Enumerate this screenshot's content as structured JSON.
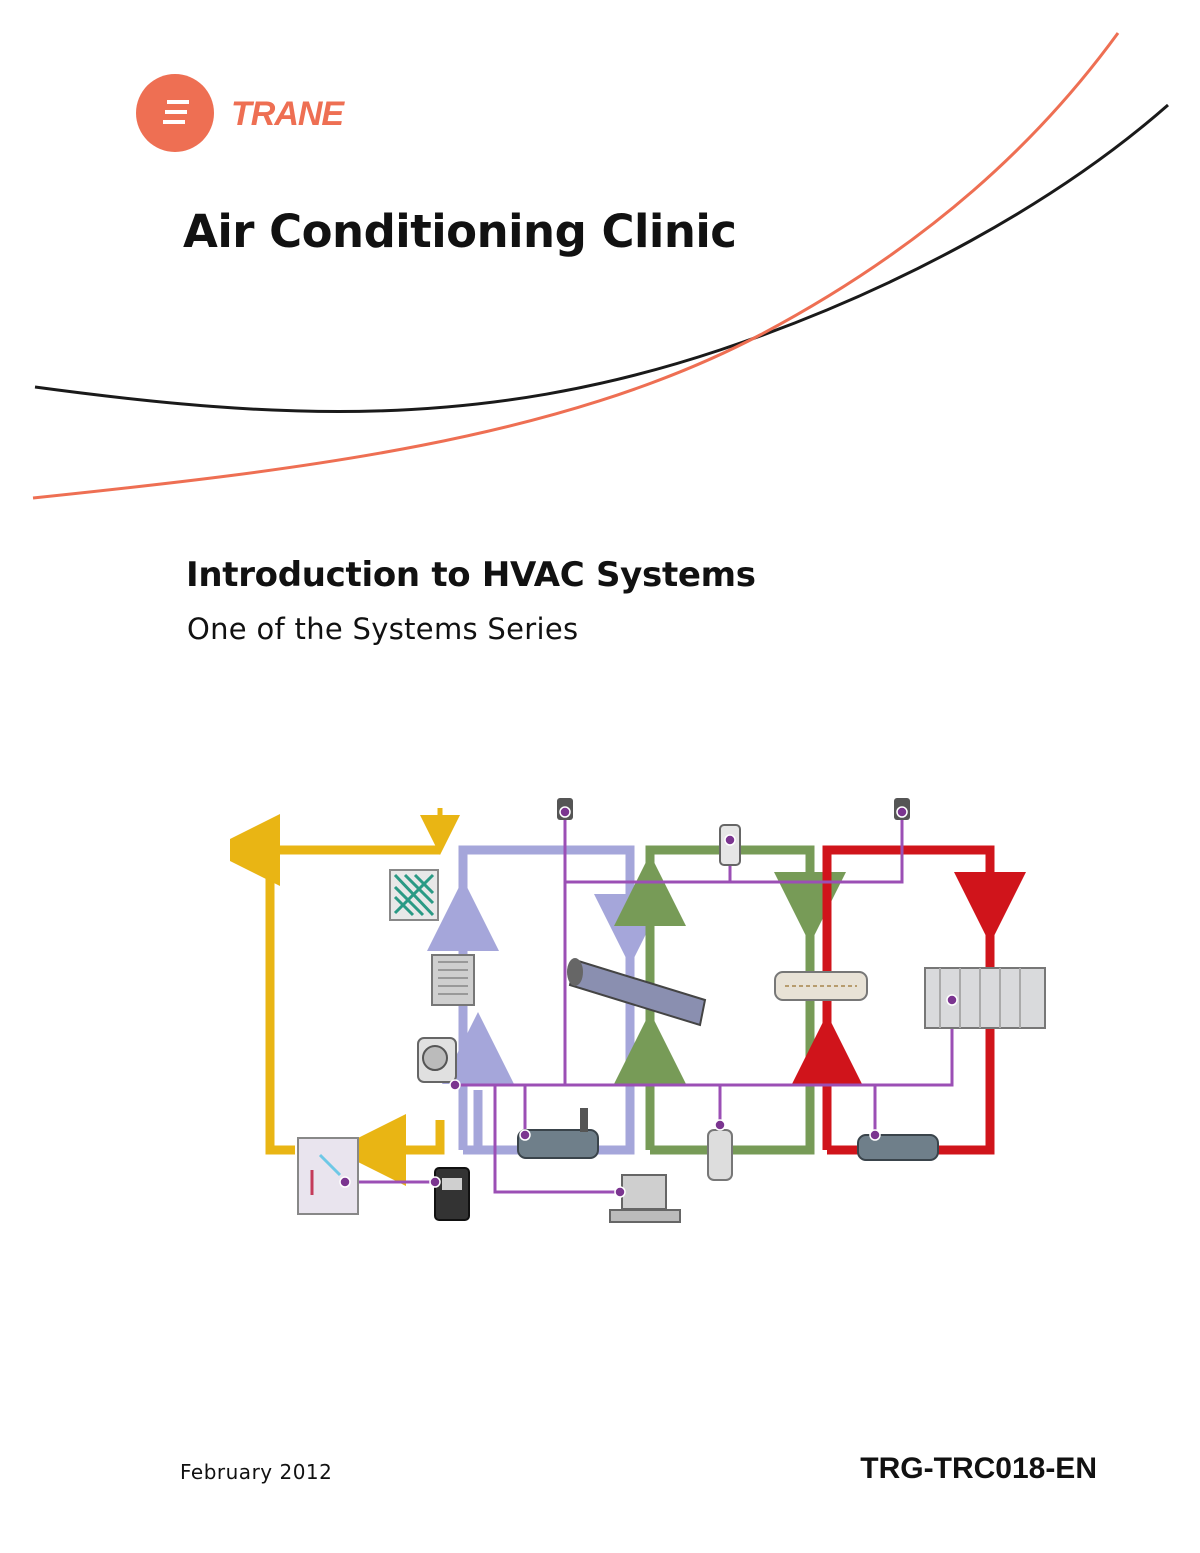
{
  "brand": {
    "name": "TRANE",
    "logo_color": "#EE6F53",
    "swoosh_colors": [
      "#EE6F53",
      "#1A1A1A"
    ]
  },
  "cover": {
    "title": "Air Conditioning Clinic",
    "subtitle": "Introduction to HVAC Systems",
    "series": "One of the Systems Series",
    "date": "February 2012",
    "document_number": "TRG-TRC018-EN"
  },
  "diagram": {
    "loop_colors": {
      "air": "#E9B514",
      "chilled_water": "#A5A6DA",
      "refrigerant": "#779B57",
      "condenser_water": "#D0141B",
      "controls": "#9B4FB5"
    },
    "components": [
      "filter-icon",
      "coil-icon",
      "fan-icon",
      "zone-icon",
      "thermostat-icon",
      "pump-icon",
      "chiller-evaporator-icon",
      "condenser-icon",
      "expansion-valve-icon",
      "cooling-tower-icon",
      "valve-icon",
      "computer-icon"
    ]
  }
}
